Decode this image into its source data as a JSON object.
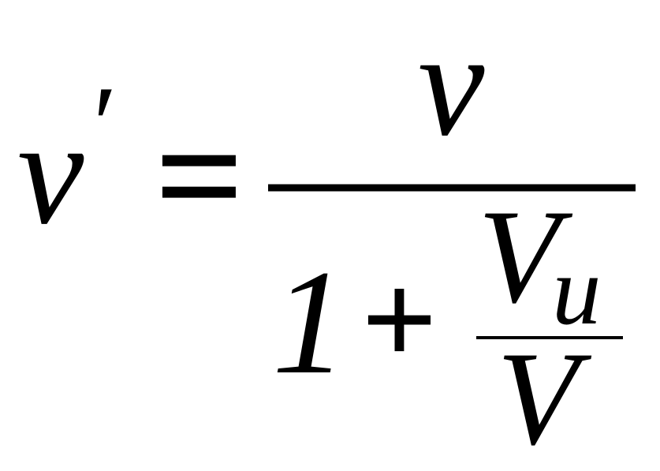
{
  "formula": {
    "lhs": {
      "variable": "v",
      "prime": "′"
    },
    "equals": "=",
    "numerator": "v",
    "denominator": {
      "one": "1",
      "plus": "+",
      "inner_numerator": {
        "base": "V",
        "subscript": "u"
      },
      "inner_denominator": "V"
    }
  }
}
